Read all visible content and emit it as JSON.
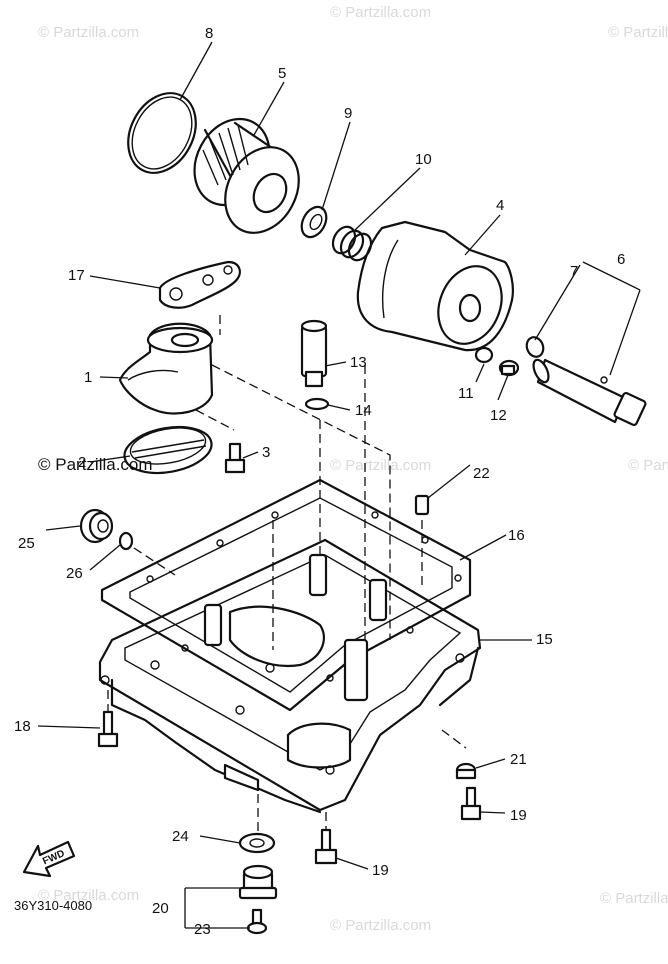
{
  "diagram": {
    "drawing_code": "36Y310-4080",
    "fwd_label": "FWD",
    "watermarks": [
      "© Partzilla.com",
      "© Partzilla.com",
      "© Partzilla.com",
      "© Partzilla.com",
      "© Partzilla.com",
      "© Partzilla.com",
      "© Partzilla.com",
      "© Partzilla.com",
      "© Partzilla.com"
    ],
    "callouts": [
      "1",
      "2",
      "3",
      "4",
      "5",
      "6",
      "7",
      "8",
      "9",
      "10",
      "11",
      "12",
      "13",
      "14",
      "15",
      "16",
      "17",
      "18",
      "19",
      "19",
      "20",
      "21",
      "22",
      "23",
      "24",
      "25",
      "26"
    ]
  }
}
